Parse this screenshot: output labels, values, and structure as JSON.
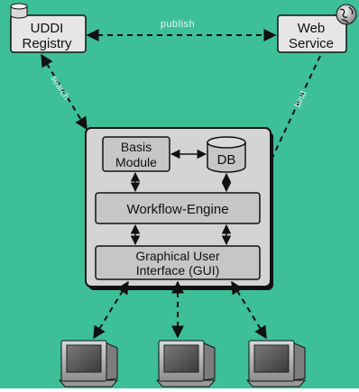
{
  "colors": {
    "background": "#3dbf98",
    "box_fill": "#e6e6e6",
    "inner_box_fill": "#c6c6c6",
    "container_fill": "#d4d4d4",
    "border": "#111111",
    "label_on_edge": "#e9f6ef"
  },
  "nodes": {
    "uddi_registry": {
      "line1": "UDDI",
      "line2": "Registry",
      "icon": "database-icon"
    },
    "web_service": {
      "line1": "Web",
      "line2": "Service",
      "icon": "globe-icon"
    },
    "basis_module": {
      "line1": "Basis",
      "line2": "Module"
    },
    "db": {
      "label": "DB",
      "icon": "database-cylinder-icon"
    },
    "workflow_engine": {
      "label": "Workflow-Engine"
    },
    "gui": {
      "line1": "Graphical User",
      "line2": "Interface (GUI)"
    },
    "clients": [
      {
        "icon": "computer-monitor-icon"
      },
      {
        "icon": "computer-monitor-icon"
      },
      {
        "icon": "computer-monitor-icon"
      }
    ]
  },
  "edges": {
    "publish": {
      "label": "publish",
      "style": "dashed",
      "direction": "both"
    },
    "search": {
      "label": "search",
      "style": "dashed",
      "direction": "to-system"
    },
    "bind": {
      "label": "bind",
      "style": "dashed",
      "direction": "to-system"
    }
  }
}
